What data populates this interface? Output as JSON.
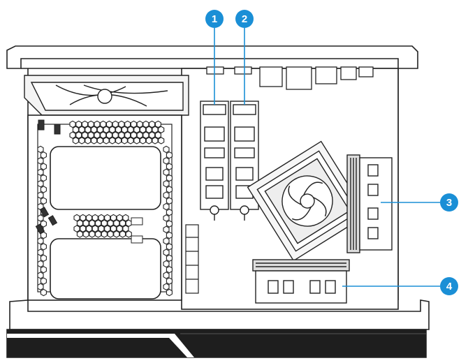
{
  "callouts": [
    {
      "id": 1,
      "label": "1",
      "target": "m2-ssd-slot"
    },
    {
      "id": 2,
      "label": "2",
      "target": "m2-ssd-slot"
    },
    {
      "id": 3,
      "label": "3",
      "target": "memory-module"
    },
    {
      "id": 4,
      "label": "4",
      "target": "memory-module"
    }
  ],
  "colors": {
    "line": "#222222",
    "callout": "#1a8fd6",
    "leader": "#1a8fd6",
    "base": "#1e1e1e",
    "board": "#ffffff"
  }
}
